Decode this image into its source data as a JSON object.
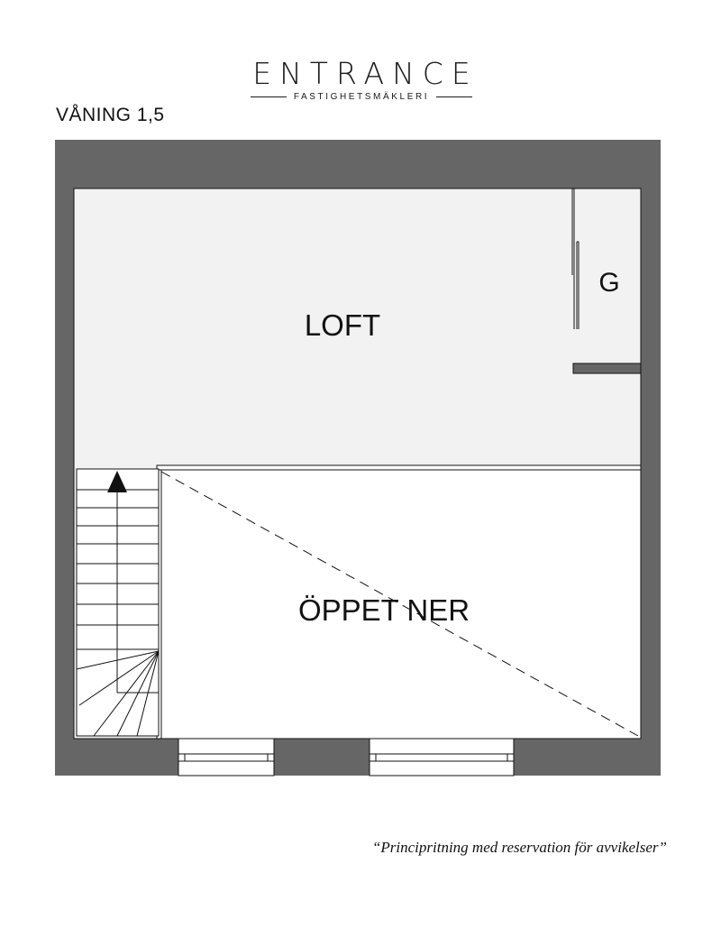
{
  "brand": {
    "name": "ENTRANCE",
    "subtitle": "FASTIGHETSMÄKLERI"
  },
  "floor_label": "VÅNING 1,5",
  "rooms": {
    "loft": "LOFT",
    "garderob": "G",
    "oppet_ner": "ÖPPET NER"
  },
  "disclaimer": "“Principritning med reservation för avvikelser”",
  "colors": {
    "wall": "#666666",
    "floor": "#f2f2f2",
    "open_area": "#ffffff",
    "line": "#111111"
  },
  "icons": [
    "stair-up-arrow-icon"
  ]
}
